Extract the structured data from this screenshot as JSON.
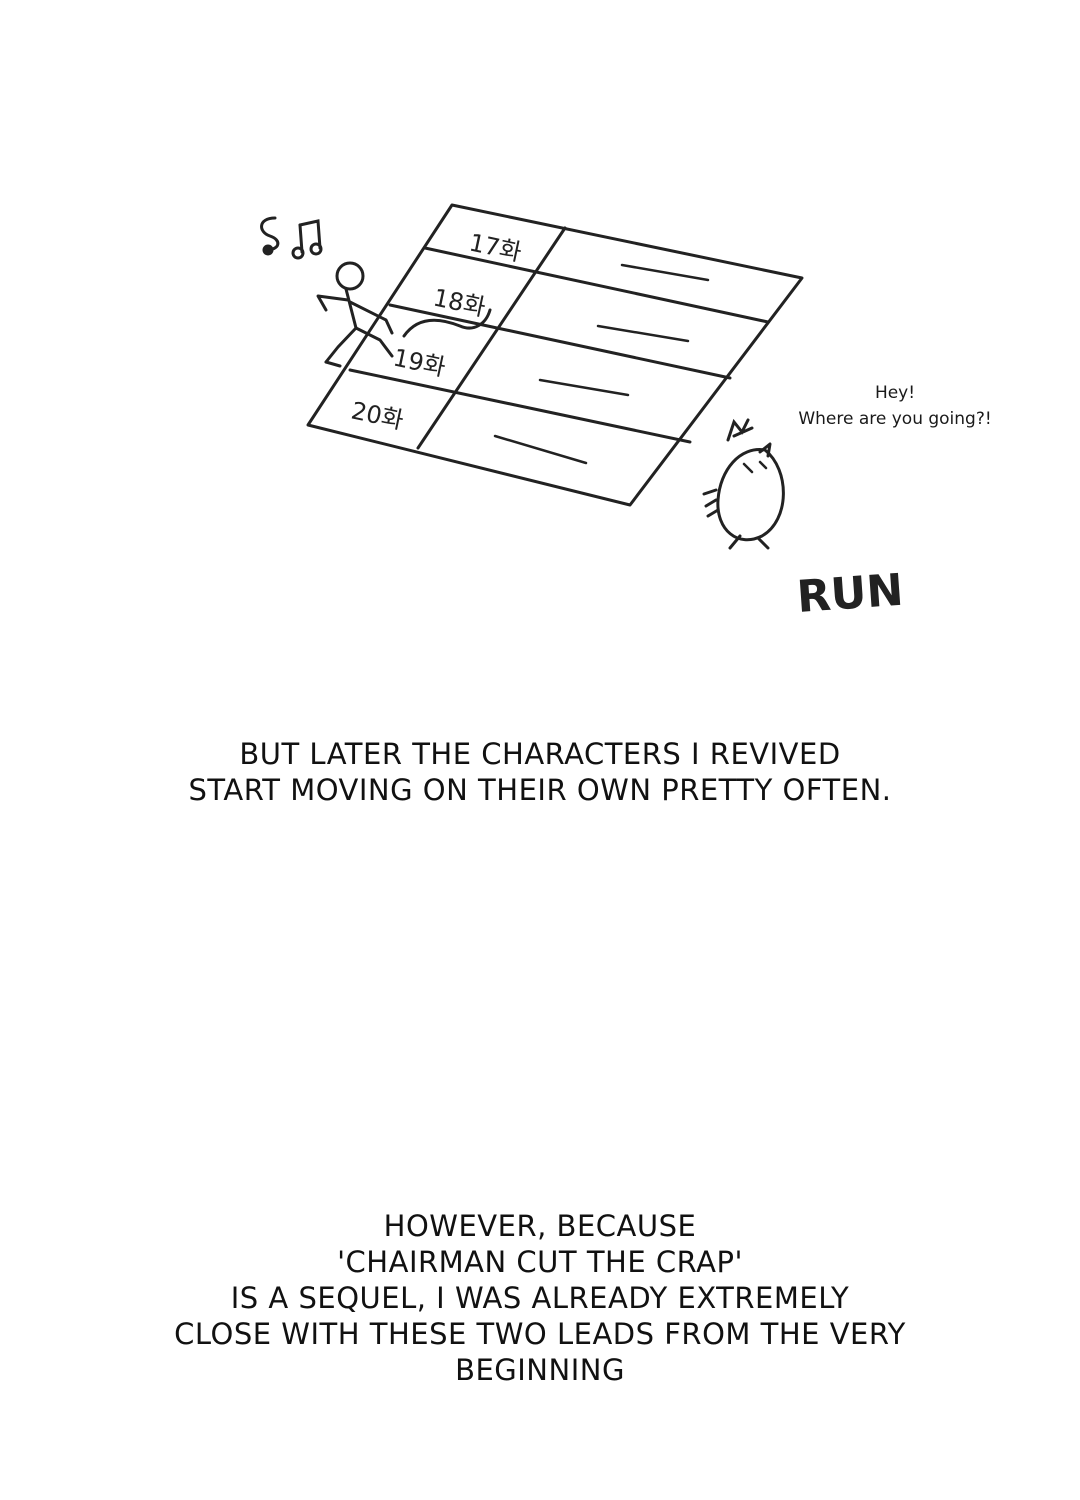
{
  "illustration": {
    "table_rows": [
      "17화",
      "18화",
      "19화",
      "20화"
    ],
    "sound_effect": "RUN",
    "speech_bubble": [
      "Hey!",
      "Where are you going?!"
    ]
  },
  "captions": [
    {
      "lines": [
        "BUT LATER THE CHARACTERS I REVIVED",
        "START MOVING ON THEIR OWN PRETTY OFTEN."
      ]
    },
    {
      "lines": [
        "HOWEVER, BECAUSE",
        "'CHAIRMAN CUT THE CRAP'",
        "IS A SEQUEL, I WAS ALREADY EXTREMELY",
        "CLOSE WITH THESE TWO LEADS FROM THE VERY",
        "BEGINNING"
      ]
    }
  ]
}
